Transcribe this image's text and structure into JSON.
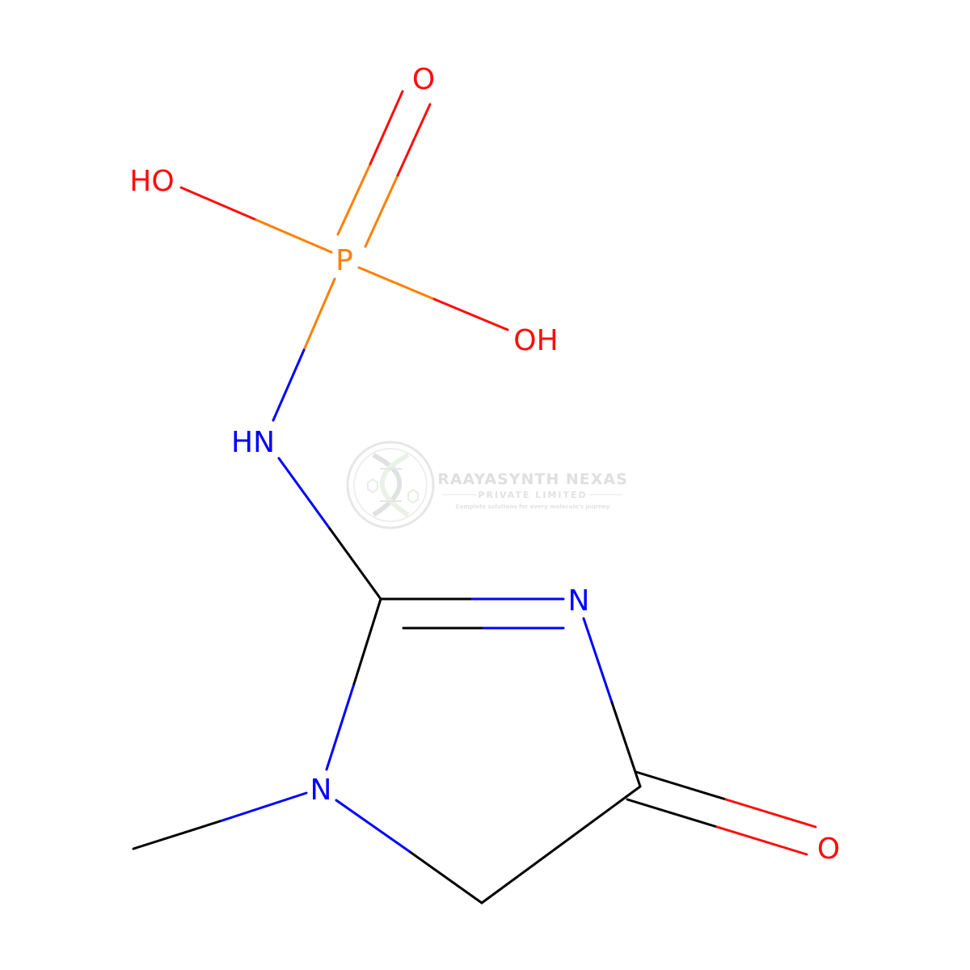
{
  "molecule": {
    "atoms": {
      "o_top": "O",
      "ho_left": "HO",
      "p": "P",
      "oh_right": "OH",
      "hn": "HN",
      "n_ring": "N",
      "n_methyl": "N",
      "o_carbonyl": "O"
    }
  },
  "watermark": {
    "company": "RAAYASYNTH NEXAS",
    "company_line2": "PRIVATE LIMITED",
    "tagline": "Complete solutions for every molecule's journey"
  },
  "colors": {
    "bond": "#000000",
    "oxygen": "#ff0d0d",
    "nitrogen": "#0000ff",
    "phosphorus": "#ff8000",
    "watermark": "#c9cfc9"
  }
}
